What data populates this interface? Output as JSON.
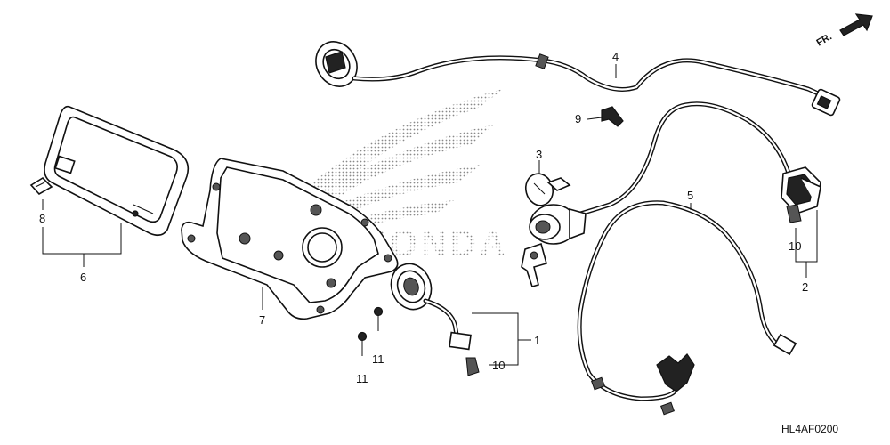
{
  "diagram": {
    "code": "HL4AF0200",
    "front_marker": "FR.",
    "watermark": "HONDA",
    "callouts": {
      "c1": "1",
      "c2": "2",
      "c3": "3",
      "c4": "4",
      "c5": "5",
      "c6": "6",
      "c7": "7",
      "c8": "8",
      "c9": "9",
      "c10a": "10",
      "c10b": "10",
      "c11a": "11",
      "c11b": "11"
    }
  }
}
